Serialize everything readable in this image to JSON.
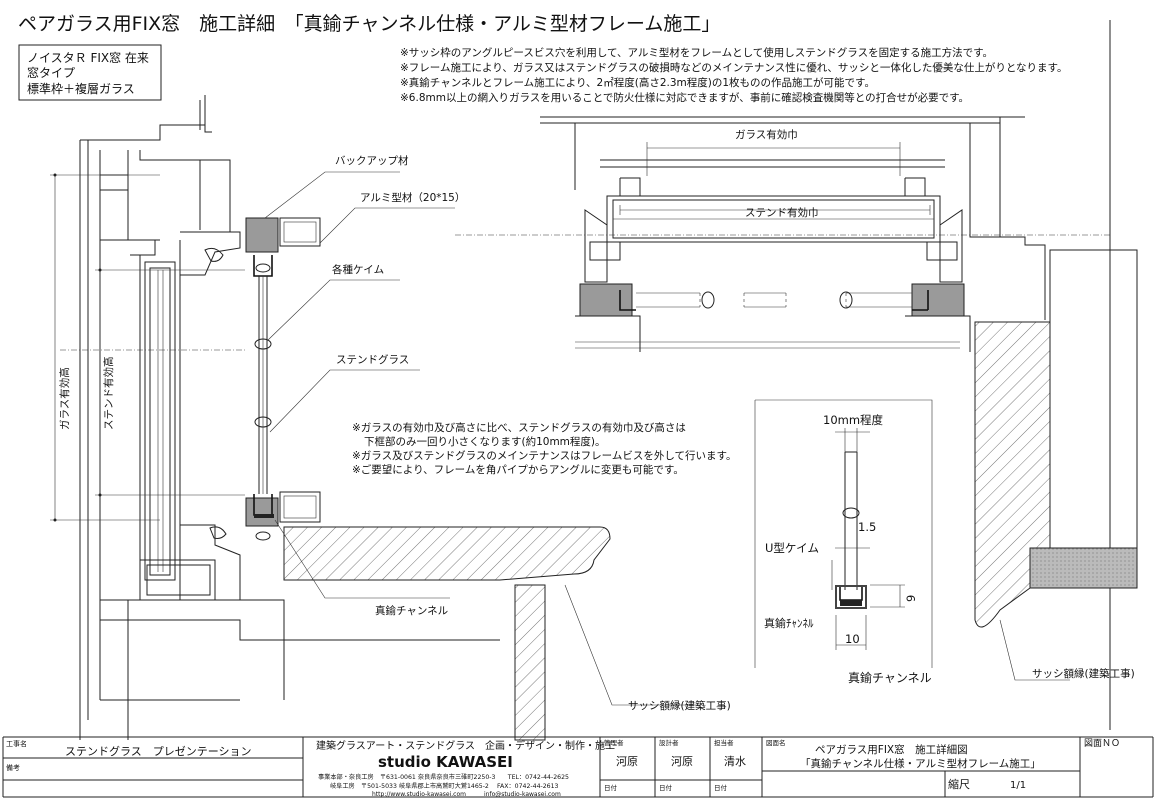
{
  "header": {
    "title": "ペアガラス用FIX窓　施工詳細　「真鍮チャンネル仕様・アルミ型材フレーム施工」",
    "window_type": [
      "ノイスタＲ FIX窓 在来",
      "窓タイプ",
      "標準枠＋複層ガラス"
    ]
  },
  "notes_top": [
    "※サッシ枠のアングルピースビス穴を利用して、アルミ型材をフレームとして使用しステンドグラスを固定する施工方法です。",
    "※フレーム施工により、ガラス又はステンドグラスの破損時などのメインテナンス性に優れ、サッシと一体化した優美な仕上がりとなります。",
    "※真鍮チャンネルとフレーム施工により、2㎡程度(高さ2.3m程度)の1枚ものの作品施工が可能です。",
    "※6.8mm以上の網入りガラスを用いることで防火仕様に対応できますが、事前に確認検査機関等との打合せが必要です。"
  ],
  "notes_mid": [
    "※ガラスの有効巾及び高さに比べ、ステンドグラスの有効巾及び高さは",
    "下框部のみ一回り小さくなります(約10mm程度)。",
    "※ガラス及びステンドグラスのメインテナンスはフレームビスを外して行います。",
    "※ご要望により、フレームを角パイプからアングルに変更も可能です。"
  ],
  "labels": {
    "backup": "バックアップ材",
    "alu": "アルミ型材（20*15）",
    "came": "各種ケイム",
    "stained": "ステンドグラス",
    "brass_channel": "真鍮チャンネル",
    "sash_frame": "サッシ額縁(建築工事)",
    "glass_height": "ガラス有効高",
    "stained_height": "ステンド有効高",
    "glass_width": "ガラス有効巾",
    "stained_width": "ステンド有効巾"
  },
  "detail": {
    "approx": "10mm程度",
    "dim_15": "1.5",
    "u_came": "U型ケイム",
    "brass": "真鍮ﾁｬﾝﾈﾙ",
    "dim_9": "9",
    "dim_10": "10",
    "caption": "真鍮チャンネル",
    "sash_frame": "サッシ額縁(建築工事)"
  },
  "title_block": {
    "project_label": "工事名",
    "project": "ステンドグラス　プレゼンテーション",
    "remarks_label": "備考",
    "company_desc": "建築グラスアート・ステンドグラス　企画・デザイン・制作・施工",
    "company": "studio KAWASEI",
    "office1": "事業本部・奈良工房　〒631-0061 奈良県奈良市三碓町2250-3　　TEL：0742-44-2625",
    "office2": "岐阜工房　〒501-5033 岐阜県郡上市高鷲町大鷲1465-2　 FAX：0742-44-2613",
    "web": "http://www.studio-kawasei.com　　　info@studio-kawasei.com",
    "mgr_label": "管理者",
    "mgr": "河原",
    "design_label": "設計者",
    "design": "河原",
    "charge_label": "担当者",
    "charge": "清水",
    "date_label": "日付",
    "drawing_label": "図面名",
    "drawing1": "ペアガラス用FIX窓　施工詳細図",
    "drawing2": "「真鍮チャンネル仕様・アルミ型材フレーム施工」",
    "scale_label": "縮尺",
    "scale": "1/1",
    "no_label": "図面ＮＯ"
  }
}
